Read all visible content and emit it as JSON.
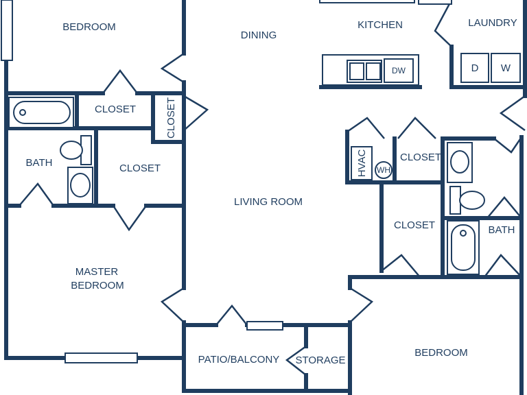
{
  "rooms": {
    "bedroom_top": "BEDROOM",
    "dining": "DINING",
    "kitchen": "KITCHEN",
    "laundry": "LAUNDRY",
    "closet_top_left": "CLOSET",
    "closet_vertical": "CLOSET",
    "bath_left": "BATH",
    "closet_mid_left": "CLOSET",
    "living_room": "LIVING ROOM",
    "hvac": "HVAC",
    "water_heater": "WH",
    "closet_right_top": "CLOSET",
    "closet_right_mid": "CLOSET",
    "bath_right": "BATH",
    "master_bedroom_line1": "MASTER",
    "master_bedroom_line2": "BEDROOM",
    "patio_balcony": "PATIO/BALCONY",
    "storage": "STORAGE",
    "bedroom_bottom_right": "BEDROOM"
  },
  "appliances": {
    "dishwasher": "DW",
    "dryer": "D",
    "washer": "W"
  },
  "colors": {
    "wall": "#1f3d5f",
    "background": "#ffffff"
  }
}
